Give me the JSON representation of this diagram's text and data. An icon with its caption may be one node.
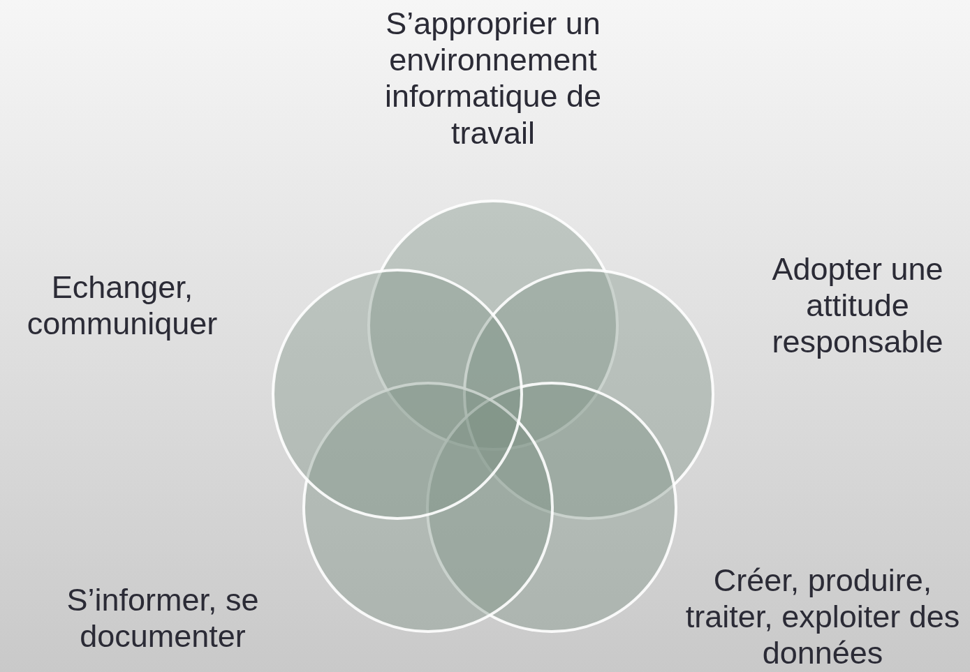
{
  "diagram": {
    "nodes": [
      {
        "text": [
          "S’approprier un environnement informatique de travail"
        ]
      },
      {
        "text": [
          "Adopter une attitude responsable"
        ]
      },
      {
        "text": [
          "Créer, produire, traiter, exploiter des données"
        ]
      },
      {
        "text": [
          "S’informer, se documenter"
        ]
      },
      {
        "text": [
          "Echanger, communiquer"
        ]
      }
    ]
  }
}
